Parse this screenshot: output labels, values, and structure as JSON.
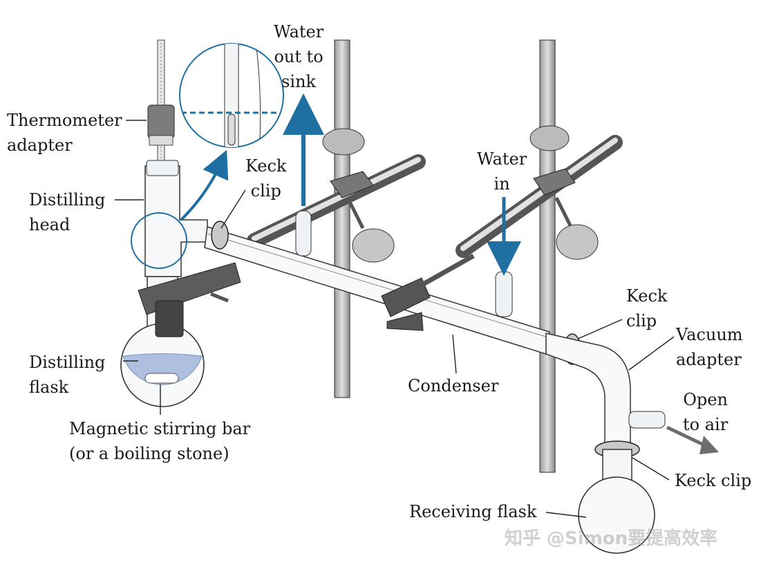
{
  "labels": {
    "thermometer_adapter": [
      "Thermometer",
      "adapter"
    ],
    "distilling_head": [
      "Distilling",
      "head"
    ],
    "distilling_flask": [
      "Distilling",
      "flask"
    ],
    "stirring_bar": [
      "Magnetic stirring bar",
      "(or a boiling stone)"
    ],
    "keck_clip_top": [
      "Keck",
      "clip"
    ],
    "water_out": [
      "Water",
      "out to",
      "sink"
    ],
    "water_in": [
      "Water",
      "in"
    ],
    "keck_clip_right": [
      "Keck",
      "clip"
    ],
    "vacuum_adapter": [
      "Vacuum",
      "adapter"
    ],
    "open_to_air": [
      "Open",
      "to air"
    ],
    "condenser": "Condenser",
    "keck_clip_bottom": "Keck clip",
    "receiving_flask": "Receiving flask"
  },
  "watermark": "知乎 @Simon要提高效率",
  "colors": {
    "water_arrow": "#1f6fa3",
    "air_arrow": "#6e6e6e",
    "liquid": "#aebfe0",
    "glass_outline": "#333333",
    "clamp": "#555555"
  }
}
